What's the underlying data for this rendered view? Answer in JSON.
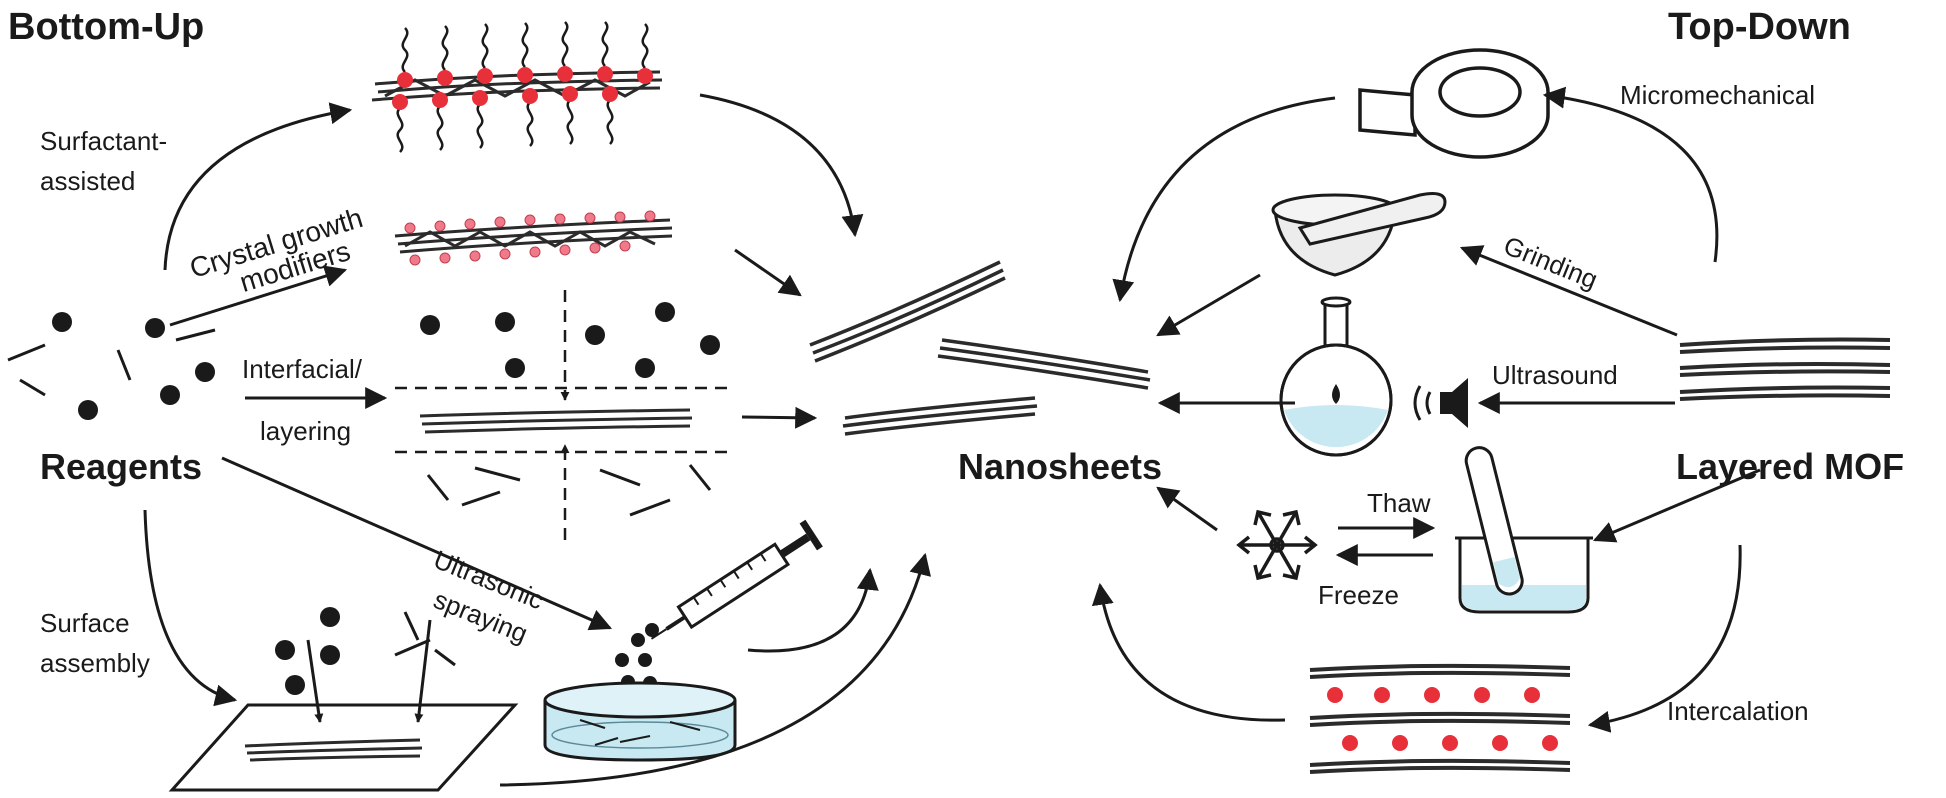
{
  "headers": {
    "bottom_up": "Bottom-Up",
    "top_down": "Top-Down"
  },
  "nodes": {
    "reagents": "Reagents",
    "nanosheets": "Nanosheets",
    "layered_mof": "Layered MOF"
  },
  "bottom_up_routes": {
    "surfactant_line1": "Surfactant-",
    "surfactant_line2": "assisted",
    "crystal_line1": "Crystal growth",
    "crystal_line2": "modifiers",
    "interfacial_line1": "Interfacial/",
    "interfacial_line2": "layering",
    "ultrasonic_line1": "Ultrasonic",
    "ultrasonic_line2": "spraying",
    "surface_line1": "Surface",
    "surface_line2": "assembly"
  },
  "top_down_routes": {
    "micromechanical": "Micromechanical",
    "grinding": "Grinding",
    "ultrasound": "Ultrasound",
    "thaw": "Thaw",
    "freeze": "Freeze",
    "intercalation": "Intercalation"
  },
  "colors": {
    "ink": "#1a1a1a",
    "red_dot": "#e8303a",
    "pink_modifier": "#f07a8a",
    "water": "#c8e8f2",
    "sheet": "#2b2b2b"
  },
  "icons": [
    "tape-roll-icon",
    "mortar-pestle-icon",
    "flask-icon",
    "speaker-icon",
    "beaker-icon",
    "snowflake-icon",
    "syringe-icon",
    "petri-dish-icon"
  ]
}
